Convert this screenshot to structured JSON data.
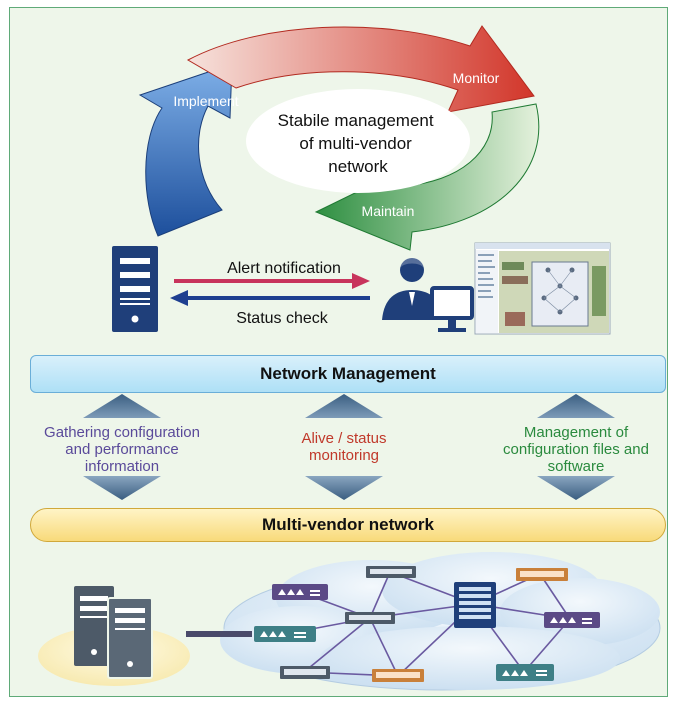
{
  "cycle": {
    "center_text": [
      "Stabile management",
      "of multi-vendor",
      "network"
    ],
    "implement_label": "Implement",
    "monitor_label": "Monitor",
    "maintain_label": "Maintain"
  },
  "alert": {
    "alert_label": "Alert notification",
    "status_label": "Status check"
  },
  "bars": {
    "network_management": "Network Management",
    "multi_vendor": "Multi-vendor network"
  },
  "functions": {
    "gathering": [
      "Gathering configuration",
      "and performance",
      "information"
    ],
    "alive": [
      "Alive / status",
      "monitoring"
    ],
    "management": [
      "Management of",
      "configuration files and",
      "software"
    ]
  },
  "colors": {
    "frame_bg": "#eef6ea",
    "implement": "#2a63b0",
    "monitor": "#d83a2a",
    "maintain": "#2e9a4a",
    "alert_arrow": "#c8345c",
    "status_arrow": "#1e3f90",
    "gathering_text": "#5a4a9a",
    "alive_text": "#c0392b",
    "management_text": "#2a8a3e",
    "server_blue": "#1f3f7a"
  }
}
